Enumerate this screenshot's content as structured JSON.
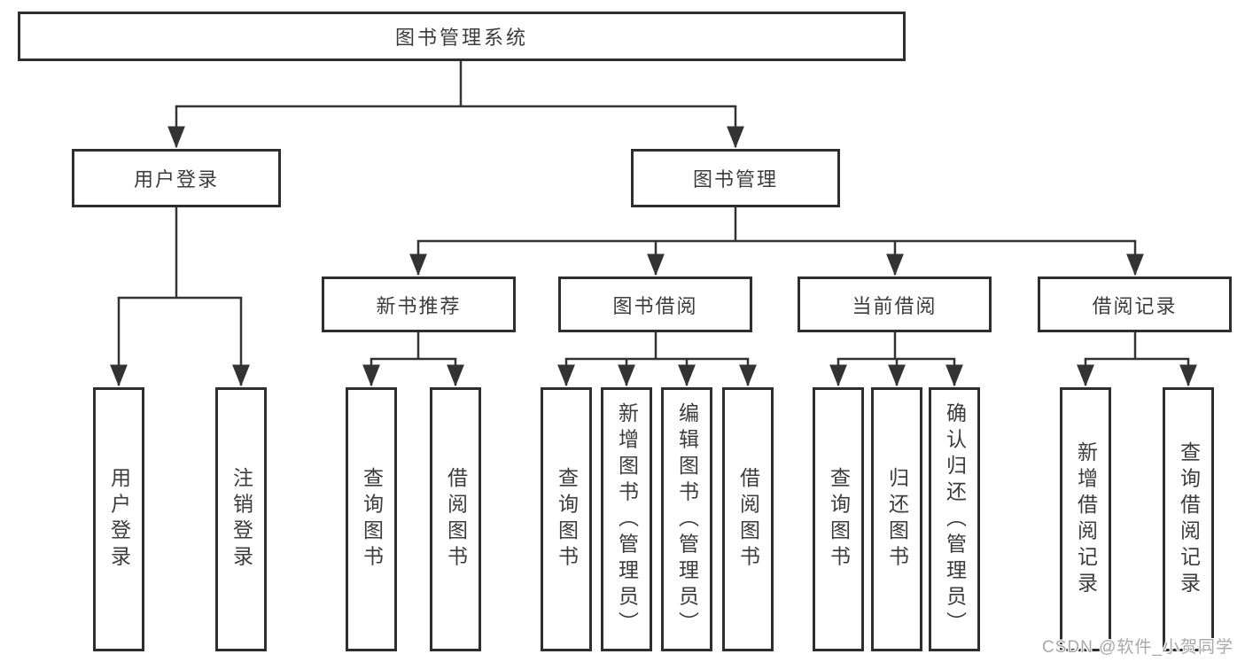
{
  "diagram": {
    "root": "图书管理系统",
    "branches": [
      {
        "label": "用户登录",
        "leaves": [
          "用户登录",
          "注销登录"
        ]
      },
      {
        "label": "图书管理",
        "sections": [
          {
            "label": "新书推荐",
            "leaves": [
              "查询图书",
              "借阅图书"
            ]
          },
          {
            "label": "图书借阅",
            "leaves": [
              "查询图书",
              "新增图书（管理员）",
              "编辑图书（管理员）",
              "借阅图书"
            ]
          },
          {
            "label": "当前借阅",
            "leaves": [
              "查询图书",
              "归还图书",
              "确认归还（管理员）"
            ]
          },
          {
            "label": "借阅记录",
            "leaves": [
              "新增借阅记录",
              "查询借阅记录"
            ]
          }
        ]
      }
    ]
  },
  "watermark": "CSDN @软件_小贺同学",
  "colors": {
    "line": "#333333",
    "box_border": "#2e2e2e",
    "box_fill": "#ffffff",
    "text": "#3c3c3c",
    "watermark": "#a8a8a8",
    "background": "#ffffff"
  }
}
